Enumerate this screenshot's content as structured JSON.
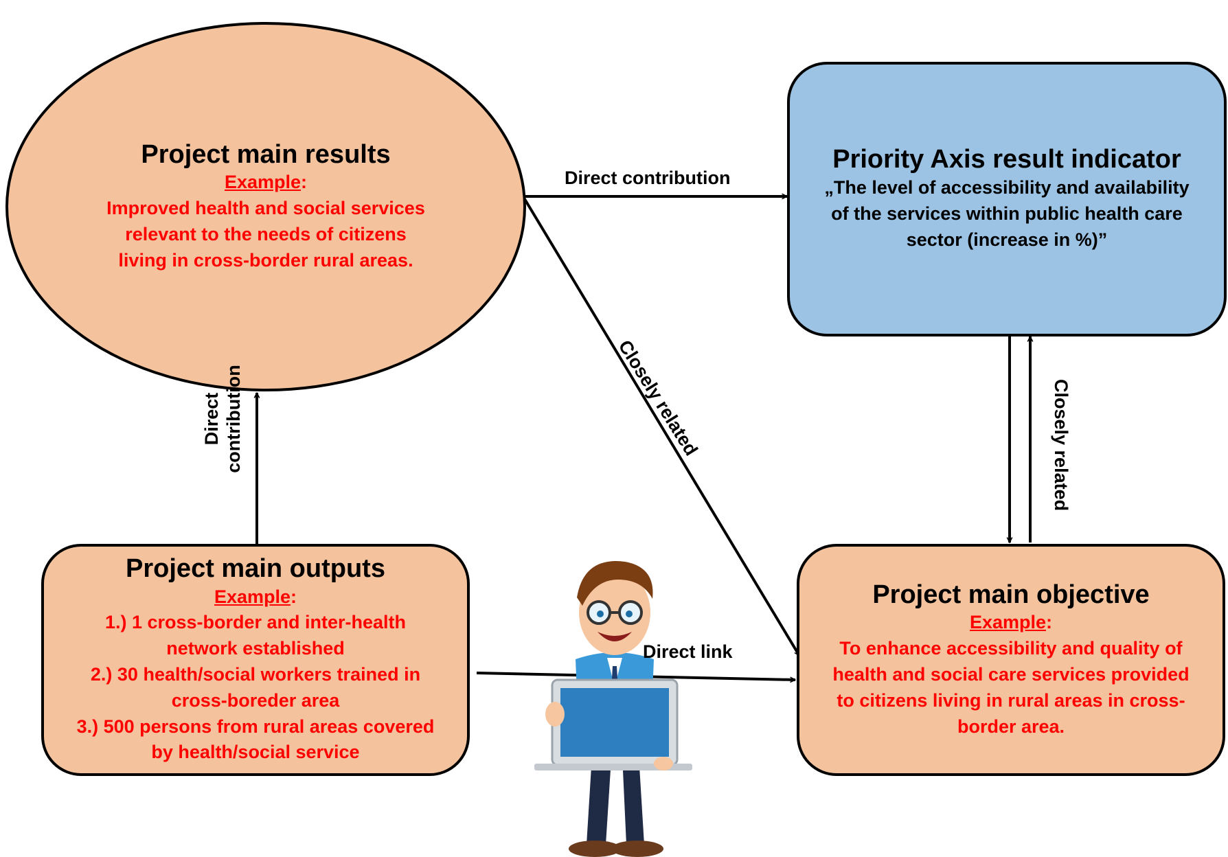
{
  "results": {
    "title": "Project main results",
    "example_label": "Example",
    "colon": ":",
    "lines": [
      "Improved health and social services",
      "relevant to the needs of citizens",
      "living in cross-border rural areas."
    ]
  },
  "indicator": {
    "title": "Priority Axis result indicator",
    "lines": [
      "„The level of accessibility and availability",
      "of the services within public health care",
      "sector (increase in %)”"
    ]
  },
  "outputs": {
    "title": "Project main outputs",
    "example_label": "Example",
    "colon": ":",
    "lines": [
      "1.) 1 cross-border and inter-health",
      "network established",
      "2.) 30 health/social workers trained in",
      "cross-boreder area",
      "3.) 500 persons from rural areas covered",
      "by health/social service"
    ]
  },
  "objective": {
    "title": "Project main objective",
    "example_label": "Example",
    "colon": ":",
    "lines": [
      "To enhance accessibility and quality of",
      "health and social care services  provided",
      "to citizens living in rural areas in cross-",
      "border area."
    ]
  },
  "edges": {
    "results_to_indicator": "Direct contribution",
    "outputs_to_results_1": "Direct",
    "outputs_to_results_2": "contribution",
    "results_to_objective": "Closely related",
    "indicator_objective": "Closely related",
    "outputs_to_objective": "Direct link"
  },
  "colors": {
    "peach": "#f4c39e",
    "blue": "#9cc3e3",
    "example_text": "#ff0000"
  },
  "figure": {
    "illustration": "cartoon man holding a laptop"
  }
}
